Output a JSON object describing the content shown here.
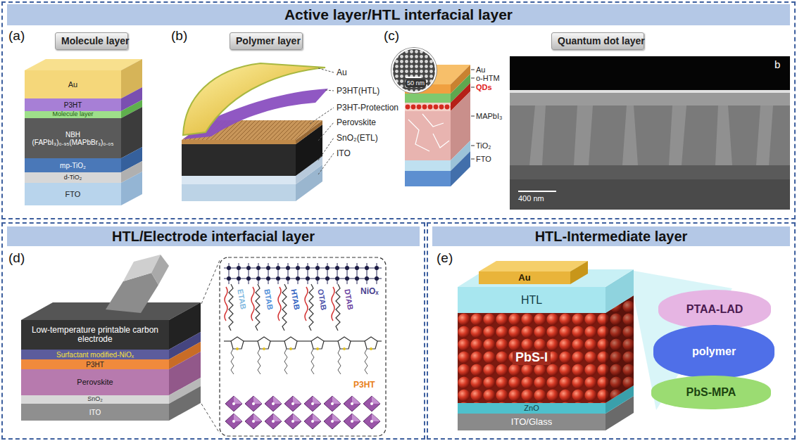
{
  "diagram": {
    "nodes": [
      {
        "text": [
          "Active layer/HTL interfacial layer"
        ]
      },
      {
        "text": [
          "Molecule layer"
        ],
        "in": 0
      },
      {
        "text": [
          "Au"
        ],
        "in": 0
      },
      {
        "text": [
          "P3HT"
        ],
        "in": 0
      },
      {
        "text": [
          "Molecule layer"
        ],
        "in": 0
      },
      {
        "text": [
          "NBH (FAPbI₃)₀.₉₅(MAPbBr₃)₀.₀₅"
        ],
        "in": 0
      },
      {
        "text": [
          "mp-TiO₂"
        ],
        "in": 0
      },
      {
        "text": [
          "d-TiO₂"
        ],
        "in": 0
      },
      {
        "text": [
          "FTO"
        ],
        "in": 0
      },
      {
        "text": [
          "Polymer layer"
        ],
        "in": 0
      },
      {
        "text": [
          "Quantum dot layer"
        ],
        "in": 0
      },
      {
        "text": [
          "HTL/Electrode interfacial layer"
        ]
      },
      {
        "text": [
          "Low-temperature printable carbon electrode"
        ],
        "in": 11
      },
      {
        "text": [
          "Surfactant modified-NiOₓ"
        ],
        "in": 11
      },
      {
        "text": [
          "P3HT"
        ],
        "in": 11
      },
      {
        "text": [
          "Perovskite"
        ],
        "in": 11
      },
      {
        "text": [
          "SnO₂"
        ],
        "in": 11
      },
      {
        "text": [
          "ITO"
        ],
        "in": 11
      },
      {
        "text": [
          "HTL-Intermediate layer"
        ]
      },
      {
        "text": [
          "Au"
        ],
        "in": 18
      },
      {
        "text": [
          "HTL"
        ],
        "in": 18
      },
      {
        "text": [
          "PbS-I"
        ],
        "in": 18
      },
      {
        "text": [
          "ZnO"
        ],
        "in": 18
      },
      {
        "text": [
          "ITO/Glass"
        ],
        "in": 18
      },
      {
        "text": [
          "PTAA-LAD"
        ],
        "in": 18
      },
      {
        "text": [
          "polymer"
        ],
        "in": 18
      },
      {
        "text": [
          "PbS-MPA"
        ],
        "in": 18
      }
    ],
    "labels": [
      "(a)",
      "(b)",
      "(c)",
      "(d)",
      "(e)",
      "Au",
      "P3HT(HTL)",
      "P3HT-Protection",
      "Perovskite",
      "SnO₂(ETL)",
      "ITO",
      "50 nm",
      "Au",
      "o-HTM",
      "QDs",
      "MAPbI₃",
      "TiO₂",
      "FTO",
      "b",
      "400 nm",
      "ETAB",
      "BTAB",
      "HTAB",
      "OTAB",
      "DTAB",
      "NiOₓ",
      "P3HT"
    ]
  }
}
